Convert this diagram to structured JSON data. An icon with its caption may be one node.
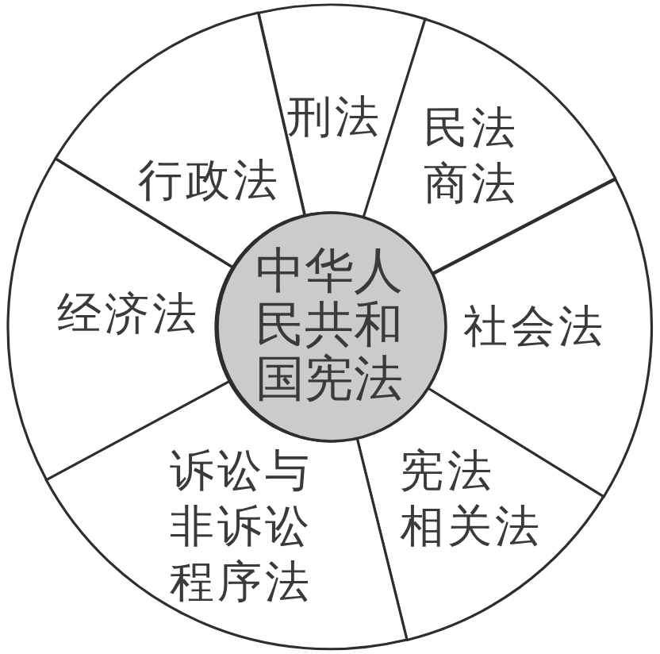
{
  "diagram": {
    "nodes": [
      {
        "text": [
          "中华人民共和国宪法"
        ]
      },
      {
        "text": [
          "刑法"
        ]
      },
      {
        "text": [
          "民法商法"
        ]
      },
      {
        "text": [
          "社会法"
        ]
      },
      {
        "text": [
          "宪法相关法"
        ]
      },
      {
        "text": [
          "诉讼与非诉讼程序法"
        ]
      },
      {
        "text": [
          "经济法"
        ]
      },
      {
        "text": [
          "行政法"
        ]
      }
    ]
  }
}
